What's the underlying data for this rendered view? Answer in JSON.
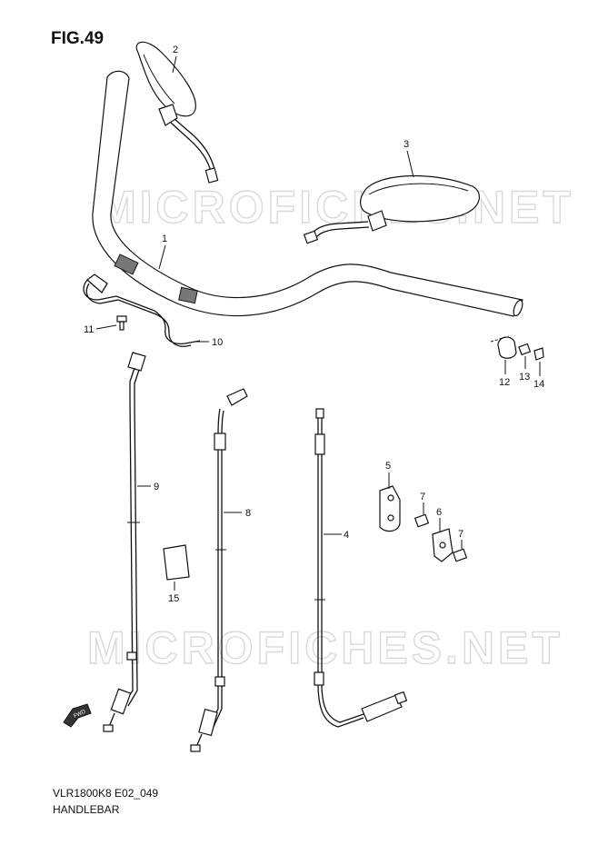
{
  "figure": {
    "title": "FIG.49",
    "code": "VLR1800K8 E02_049",
    "section": "HANDLEBAR"
  },
  "watermark": "MICROFICHES.NET",
  "callouts": [
    "1",
    "2",
    "3",
    "4",
    "5",
    "6",
    "7",
    "7",
    "8",
    "9",
    "10",
    "11",
    "12",
    "13",
    "14",
    "15"
  ],
  "fwd_label": "FWD"
}
